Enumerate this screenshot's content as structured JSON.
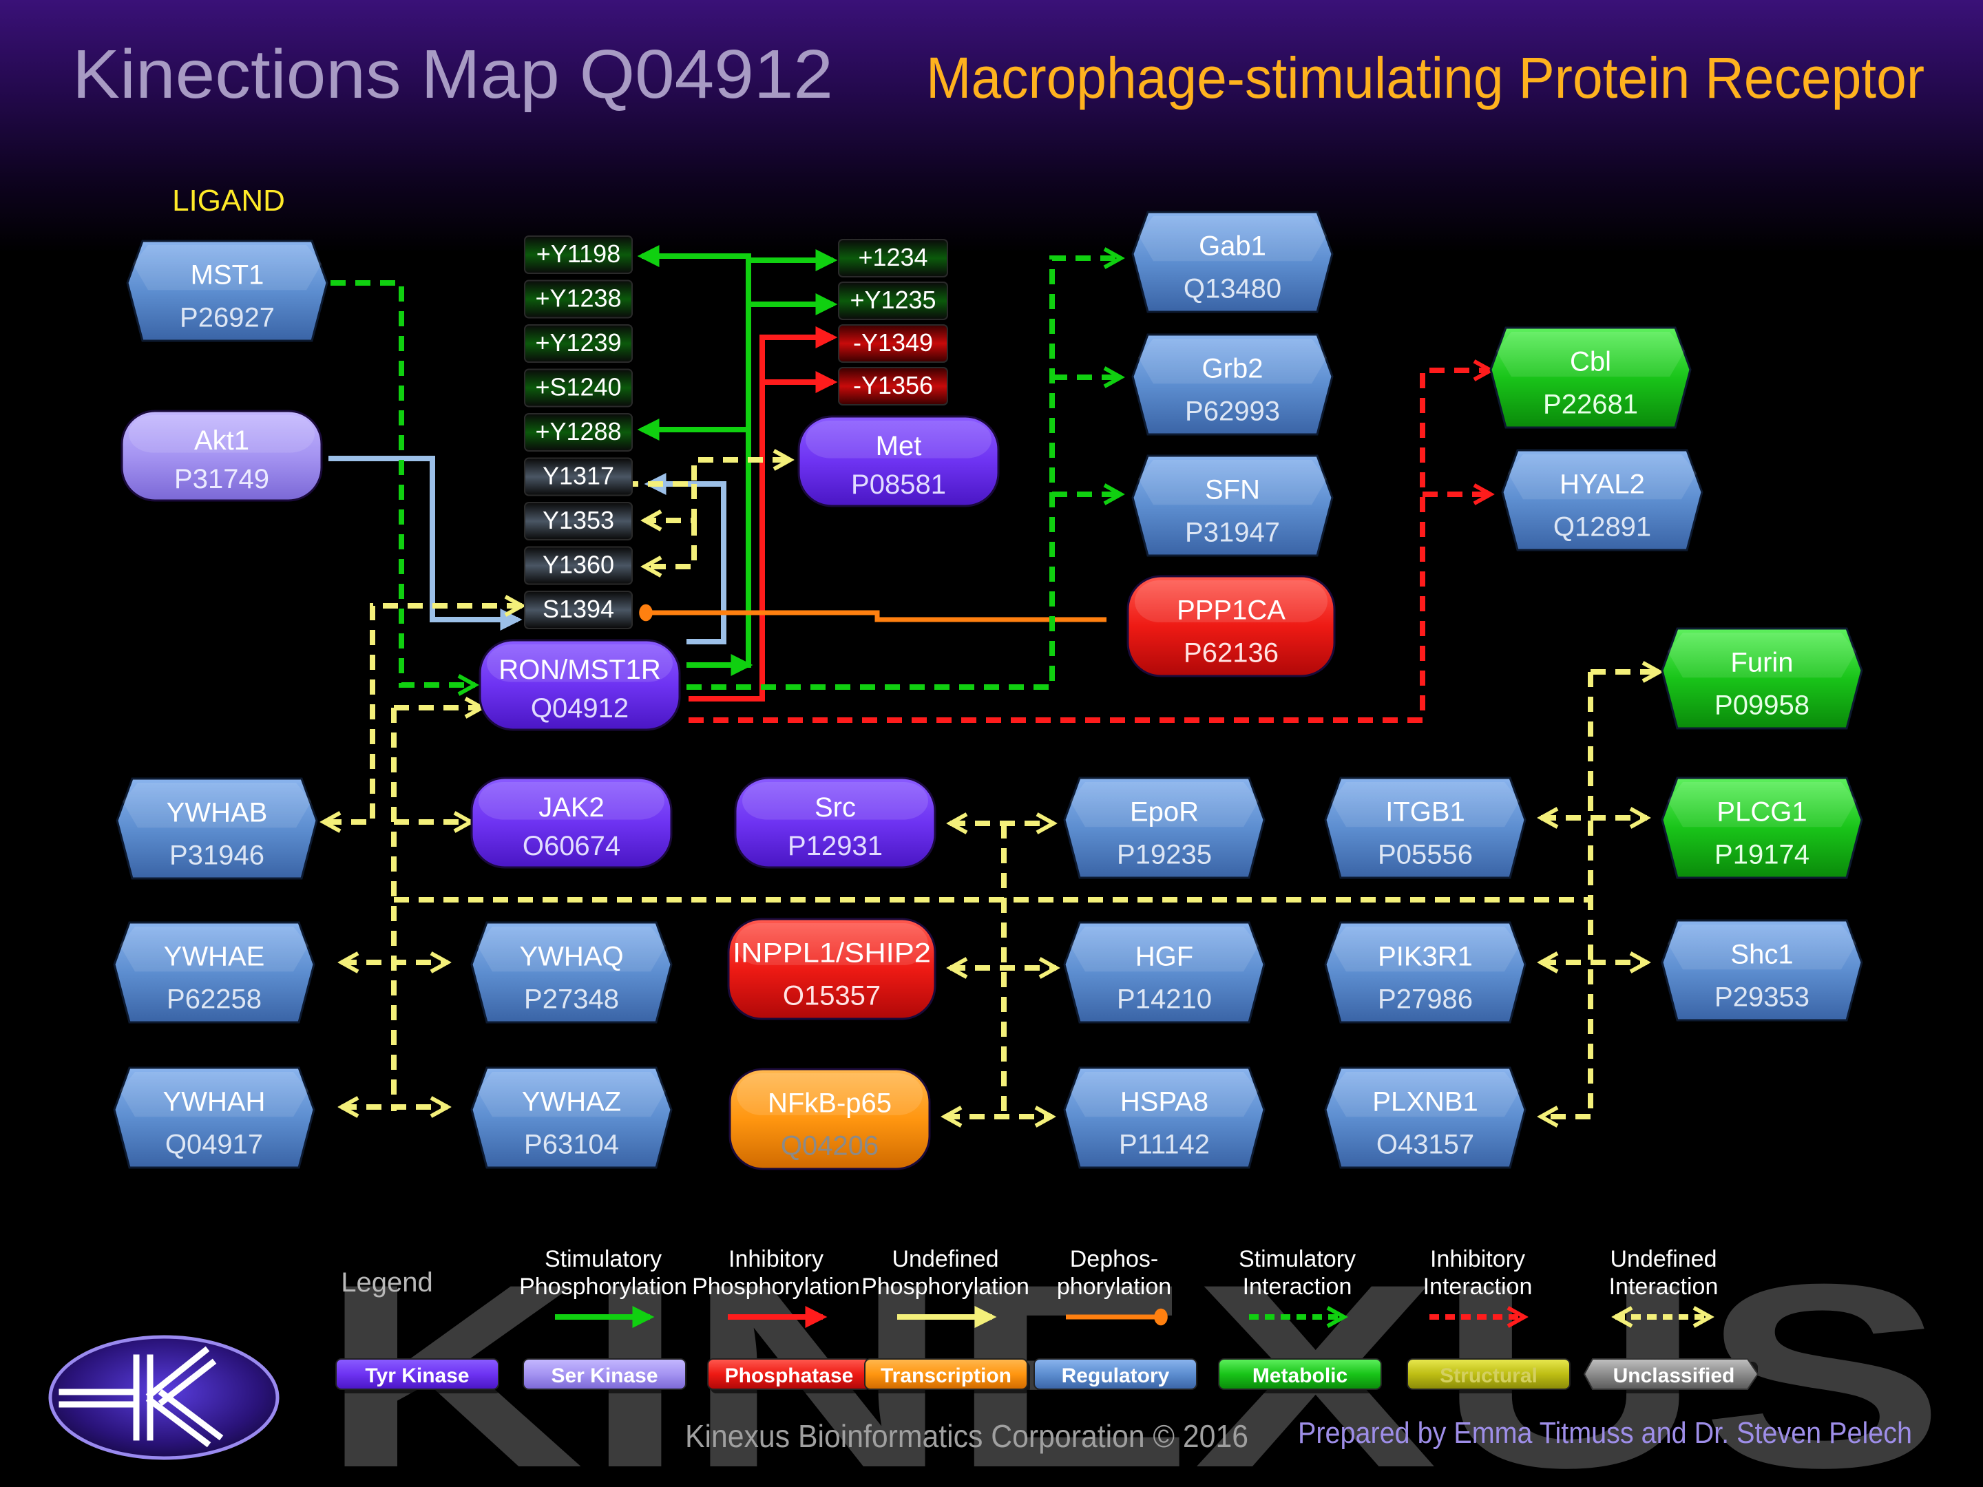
{
  "header": {
    "title": "Kinections Map Q04912",
    "subtitle": "Macrophage-stimulating Protein Receptor",
    "ligand_label": "LIGAND"
  },
  "colors": {
    "tyr_kinase": "#6e33f2",
    "ser_kinase": "#a594f2",
    "phosphatase": "#ee1a14",
    "transcription": "#ff9610",
    "regulatory": "#5d8ed0",
    "metabolic": "#19c419",
    "structural": "#bebe14",
    "unclassified": "#8c8c8c",
    "stimulatory": "#10d010",
    "inhibitory": "#ff1c1c",
    "undefined": "#f4f07a",
    "dephos": "#ff8010",
    "undefined_phos": "#9cc0e8",
    "title": "#a89bc4",
    "subtitle": "#ffb21e",
    "ligand": "#ffea28"
  },
  "nodes": [
    {
      "id": "mst1",
      "name": "MST1",
      "acc": "P26927",
      "type": "regulatory"
    },
    {
      "id": "akt1",
      "name": "Akt1",
      "acc": "P31749",
      "type": "ser_kinase"
    },
    {
      "id": "ron",
      "name": "RON/MST1R",
      "acc": "Q04912",
      "type": "tyr_kinase"
    },
    {
      "id": "met",
      "name": "Met",
      "acc": "P08581",
      "type": "tyr_kinase"
    },
    {
      "id": "gab1",
      "name": "Gab1",
      "acc": "Q13480",
      "type": "regulatory"
    },
    {
      "id": "grb2",
      "name": "Grb2",
      "acc": "P62993",
      "type": "regulatory"
    },
    {
      "id": "sfn",
      "name": "SFN",
      "acc": "P31947",
      "type": "regulatory"
    },
    {
      "id": "ppp1ca",
      "name": "PPP1CA",
      "acc": "P62136",
      "type": "phosphatase"
    },
    {
      "id": "cbl",
      "name": "Cbl",
      "acc": "P22681",
      "type": "metabolic"
    },
    {
      "id": "hyal2",
      "name": "HYAL2",
      "acc": "Q12891",
      "type": "regulatory"
    },
    {
      "id": "furin",
      "name": "Furin",
      "acc": "P09958",
      "type": "metabolic"
    },
    {
      "id": "plcg1",
      "name": "PLCG1",
      "acc": "P19174",
      "type": "metabolic"
    },
    {
      "id": "ywhab",
      "name": "YWHAB",
      "acc": "P31946",
      "type": "regulatory"
    },
    {
      "id": "jak2",
      "name": "JAK2",
      "acc": "O60674",
      "type": "tyr_kinase"
    },
    {
      "id": "src",
      "name": "Src",
      "acc": "P12931",
      "type": "tyr_kinase"
    },
    {
      "id": "epor",
      "name": "EpoR",
      "acc": "P19235",
      "type": "regulatory"
    },
    {
      "id": "itgb1",
      "name": "ITGB1",
      "acc": "P05556",
      "type": "regulatory"
    },
    {
      "id": "ywhae",
      "name": "YWHAE",
      "acc": "P62258",
      "type": "regulatory"
    },
    {
      "id": "ywhaq",
      "name": "YWHAQ",
      "acc": "P27348",
      "type": "regulatory"
    },
    {
      "id": "inppl1",
      "name": "INPPL1/SHIP2",
      "acc": "O15357",
      "type": "phosphatase"
    },
    {
      "id": "hgf",
      "name": "HGF",
      "acc": "P14210",
      "type": "regulatory"
    },
    {
      "id": "pik3r1",
      "name": "PIK3R1",
      "acc": "P27986",
      "type": "regulatory"
    },
    {
      "id": "shc1",
      "name": "Shc1",
      "acc": "P29353",
      "type": "regulatory"
    },
    {
      "id": "ywhah",
      "name": "YWHAH",
      "acc": "Q04917",
      "type": "regulatory"
    },
    {
      "id": "ywhaz",
      "name": "YWHAZ",
      "acc": "P63104",
      "type": "regulatory"
    },
    {
      "id": "nfkb",
      "name": "NFkB-p65",
      "acc": "Q04206",
      "type": "transcription"
    },
    {
      "id": "hspa8",
      "name": "HSPA8",
      "acc": "P11142",
      "type": "regulatory"
    },
    {
      "id": "plxnb1",
      "name": "PLXNB1",
      "acc": "O43157",
      "type": "regulatory"
    }
  ],
  "sites_ron": [
    {
      "label": "+Y1198",
      "kind": "stim"
    },
    {
      "label": "+Y1238",
      "kind": "stim"
    },
    {
      "label": "+Y1239",
      "kind": "stim"
    },
    {
      "label": "+S1240",
      "kind": "stim"
    },
    {
      "label": "+Y1288",
      "kind": "stim"
    },
    {
      "label": "Y1317",
      "kind": "undef"
    },
    {
      "label": "Y1353",
      "kind": "undef"
    },
    {
      "label": "Y1360",
      "kind": "undef"
    },
    {
      "label": "S1394",
      "kind": "undef"
    }
  ],
  "sites_met": [
    {
      "label": "+1234",
      "kind": "stim"
    },
    {
      "label": "+Y1235",
      "kind": "stim"
    },
    {
      "label": "-Y1349",
      "kind": "inhib"
    },
    {
      "label": "-Y1356",
      "kind": "inhib"
    }
  ],
  "legend": {
    "title": "Legend",
    "arrows": [
      {
        "line1": "Stimulatory",
        "line2": "Phosphorylation",
        "style": "stim-solid"
      },
      {
        "line1": "Inhibitory",
        "line2": "Phosphorylation",
        "style": "inhib-solid"
      },
      {
        "line1": "Undefined",
        "line2": "Phosphorylation",
        "style": "undef-solid"
      },
      {
        "line1": "Dephos-",
        "line2": "phorylation",
        "style": "dephos"
      },
      {
        "line1": "Stimulatory",
        "line2": "Interaction",
        "style": "stim-dash"
      },
      {
        "line1": "Inhibitory",
        "line2": "Interaction",
        "style": "inhib-dash"
      },
      {
        "line1": "Undefined",
        "line2": "Interaction",
        "style": "undef-dash"
      }
    ],
    "types": [
      {
        "label": "Tyr Kinase",
        "type": "tyr_kinase"
      },
      {
        "label": "Ser Kinase",
        "type": "ser_kinase"
      },
      {
        "label": "Phosphatase",
        "type": "phosphatase"
      },
      {
        "label": "Transcription",
        "type": "transcription"
      },
      {
        "label": "Regulatory",
        "type": "regulatory"
      },
      {
        "label": "Metabolic",
        "type": "metabolic"
      },
      {
        "label": "Structural",
        "type": "structural"
      },
      {
        "label": "Unclassified",
        "type": "unclassified"
      }
    ]
  },
  "footer": {
    "watermark": "KINEXUS",
    "copyright": "Kinexus Bioinformatics Corporation © 2016",
    "credits": "Prepared by Emma Titmuss and Dr. Steven Pelech"
  }
}
